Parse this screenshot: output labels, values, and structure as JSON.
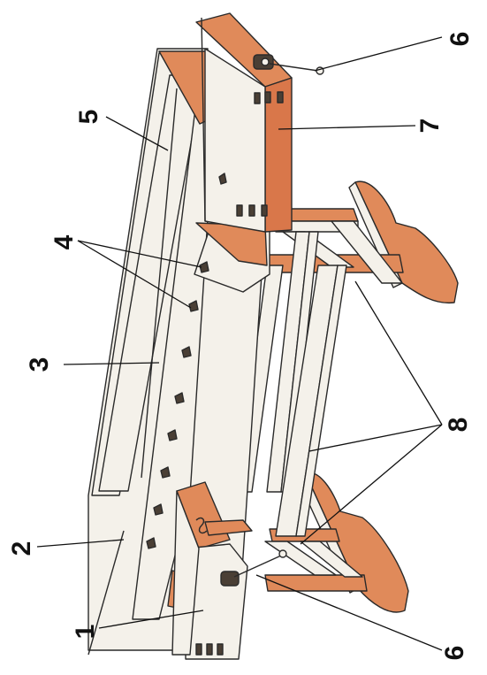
{
  "figure": {
    "labels": [
      {
        "id": "1",
        "text": "1"
      },
      {
        "id": "2",
        "text": "2"
      },
      {
        "id": "3",
        "text": "3"
      },
      {
        "id": "4",
        "text": "4"
      },
      {
        "id": "5",
        "text": "5"
      },
      {
        "id": "6a",
        "text": "6"
      },
      {
        "id": "6b",
        "text": "6"
      },
      {
        "id": "7",
        "text": "7"
      },
      {
        "id": "8",
        "text": "8"
      }
    ]
  },
  "colors": {
    "wood_light": "#f4f1ea",
    "end_grain": "#e08a5a",
    "outline": "#2a2a2a"
  }
}
